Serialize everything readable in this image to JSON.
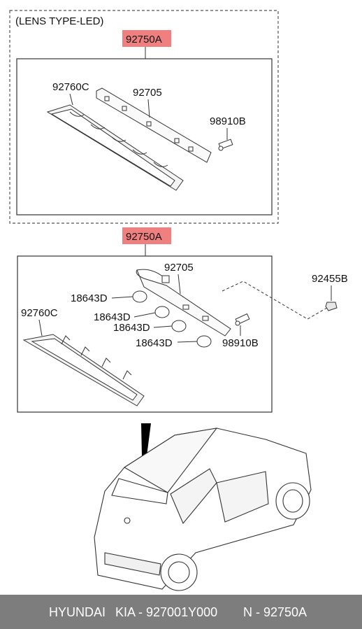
{
  "diagram": {
    "lens_type_label": "(LENS TYPE-LED)",
    "top": {
      "assembly_code": "92750A",
      "lens_code": "92760C",
      "housing_code": "92705",
      "bulb_socket_code": "98910B"
    },
    "bottom": {
      "assembly_code": "92750A",
      "lens_code": "92760C",
      "housing_code": "92705",
      "bulb_socket_code": "98910B",
      "screw_code": "92455B",
      "bulb_codes": [
        "18643D",
        "18643D",
        "18643D",
        "18643D"
      ]
    }
  },
  "footer": {
    "brand": "HYUNDAI",
    "part": "KIA - 927001Y000",
    "ref": "N - 92750A"
  },
  "colors": {
    "highlight": "#f08080",
    "footer_bg": "#7d7d7d"
  }
}
